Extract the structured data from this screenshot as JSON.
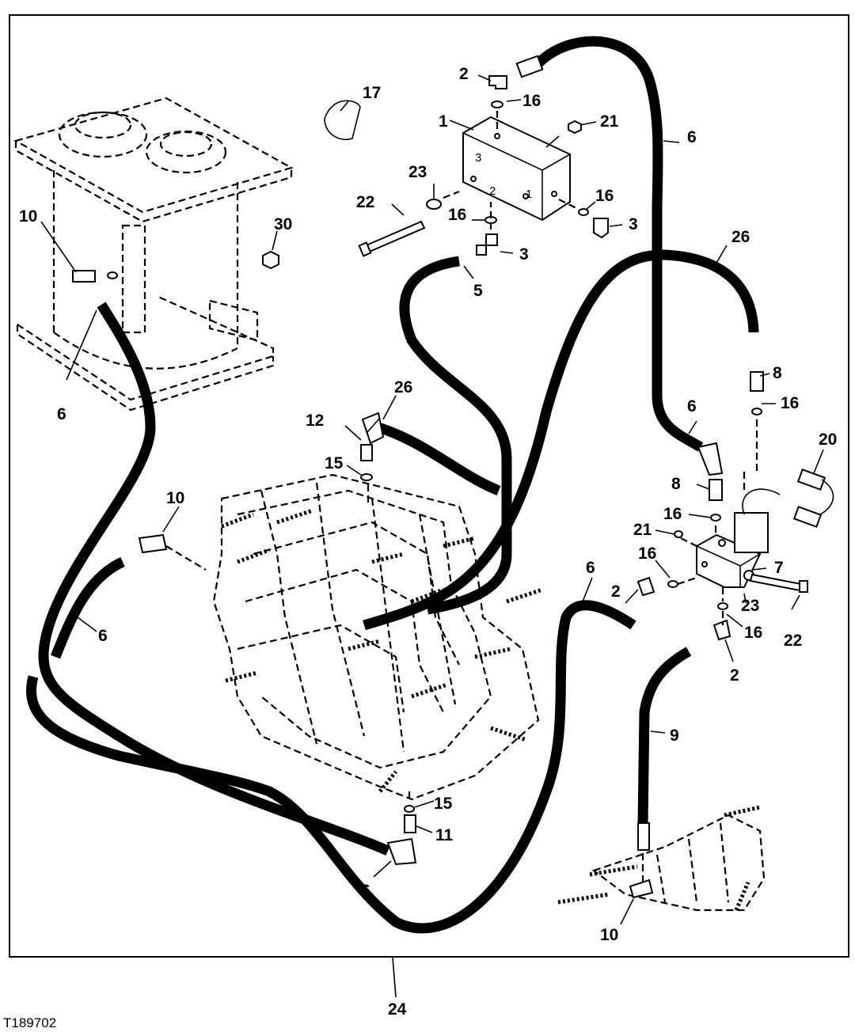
{
  "figure_id": "T189702",
  "callouts": {
    "c1": "1",
    "c2a": "2",
    "c2b": "2",
    "c2c": "2",
    "c3a": "3",
    "c3b": "3",
    "c5": "5",
    "c6a": "6",
    "c6b": "6",
    "c6c": "6",
    "c6d": "6",
    "c6e": "6",
    "c6f": "6",
    "c7": "7",
    "c8a": "8",
    "c8b": "8",
    "c9": "9",
    "c10a": "10",
    "c10b": "10",
    "c10c": "10",
    "c11": "11",
    "c12": "12",
    "c15a": "15",
    "c15b": "15",
    "c16a": "16",
    "c16b": "16",
    "c16c": "16",
    "c16d": "16",
    "c16e": "16",
    "c16f": "16",
    "c16g": "16",
    "c17": "17",
    "c20": "20",
    "c21a": "21",
    "c21b": "21",
    "c22a": "22",
    "c22b": "22",
    "c23a": "23",
    "c23b": "23",
    "c24": "24",
    "c26a": "26",
    "c26b": "26",
    "c30": "30"
  },
  "port_labels": {
    "p1": "1",
    "p2": "2",
    "p3": "3"
  }
}
